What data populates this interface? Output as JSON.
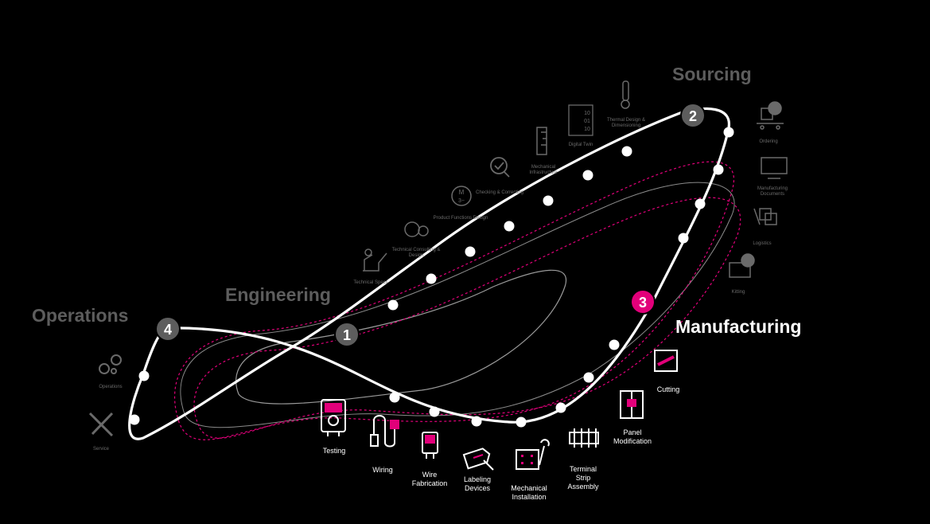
{
  "colors": {
    "background": "#000000",
    "track": "#ffffff",
    "accent": "#e2007a",
    "inactive": "#5d5d5d",
    "faded_icon": "#6a6a6a"
  },
  "phases": [
    {
      "id": 1,
      "number": "1",
      "label": "Engineering",
      "active": false
    },
    {
      "id": 2,
      "number": "2",
      "label": "Sourcing",
      "active": false
    },
    {
      "id": 3,
      "number": "3",
      "label": "Manufacturing",
      "active": true
    },
    {
      "id": 4,
      "number": "4",
      "label": "Operations",
      "active": false
    }
  ],
  "engineering_steps": [
    {
      "label": "Technical Specs",
      "icon": "robot-arm-icon"
    },
    {
      "label": "Technical Consulting & Design",
      "icon": "consulting-chat-icon"
    },
    {
      "label": "Product Functions Design",
      "icon": "motor-icon"
    },
    {
      "label": "Checking & Correcting",
      "icon": "check-magnifier-icon"
    },
    {
      "label": "Mechanical Infrastructure",
      "icon": "ruler-icon"
    },
    {
      "label": "Digital Twin",
      "icon": "binary-document-icon"
    },
    {
      "label": "Thermal Design & Dimensioning",
      "icon": "thermometer-icon"
    }
  ],
  "sourcing_steps": [
    {
      "label": "Ordering",
      "icon": "conveyor-icon"
    },
    {
      "label": "Manufacturing Documents",
      "icon": "monitor-icon"
    },
    {
      "label": "Logistics",
      "icon": "boxes-icon"
    },
    {
      "label": "Kitting",
      "icon": "kitting-laptop-icon"
    }
  ],
  "manufacturing_steps": [
    {
      "label": "Testing",
      "icon": "multimeter-icon"
    },
    {
      "label": "Wiring",
      "icon": "wire-icon"
    },
    {
      "label": "Wire Fabrication",
      "icon": "wire-device-icon"
    },
    {
      "label": "Labeling Devices",
      "icon": "label-tag-icon"
    },
    {
      "label": "Mechanical Installation",
      "icon": "wrench-panel-icon"
    },
    {
      "label": "Terminal Strip Assembly",
      "icon": "terminal-strip-icon"
    },
    {
      "label": "Panel Modification",
      "icon": "panel-icon"
    },
    {
      "label": "Cutting",
      "icon": "cutting-icon"
    }
  ],
  "operations_steps": [
    {
      "label": "Operations",
      "icon": "gears-icon"
    },
    {
      "label": "Service",
      "icon": "tools-icon"
    }
  ]
}
